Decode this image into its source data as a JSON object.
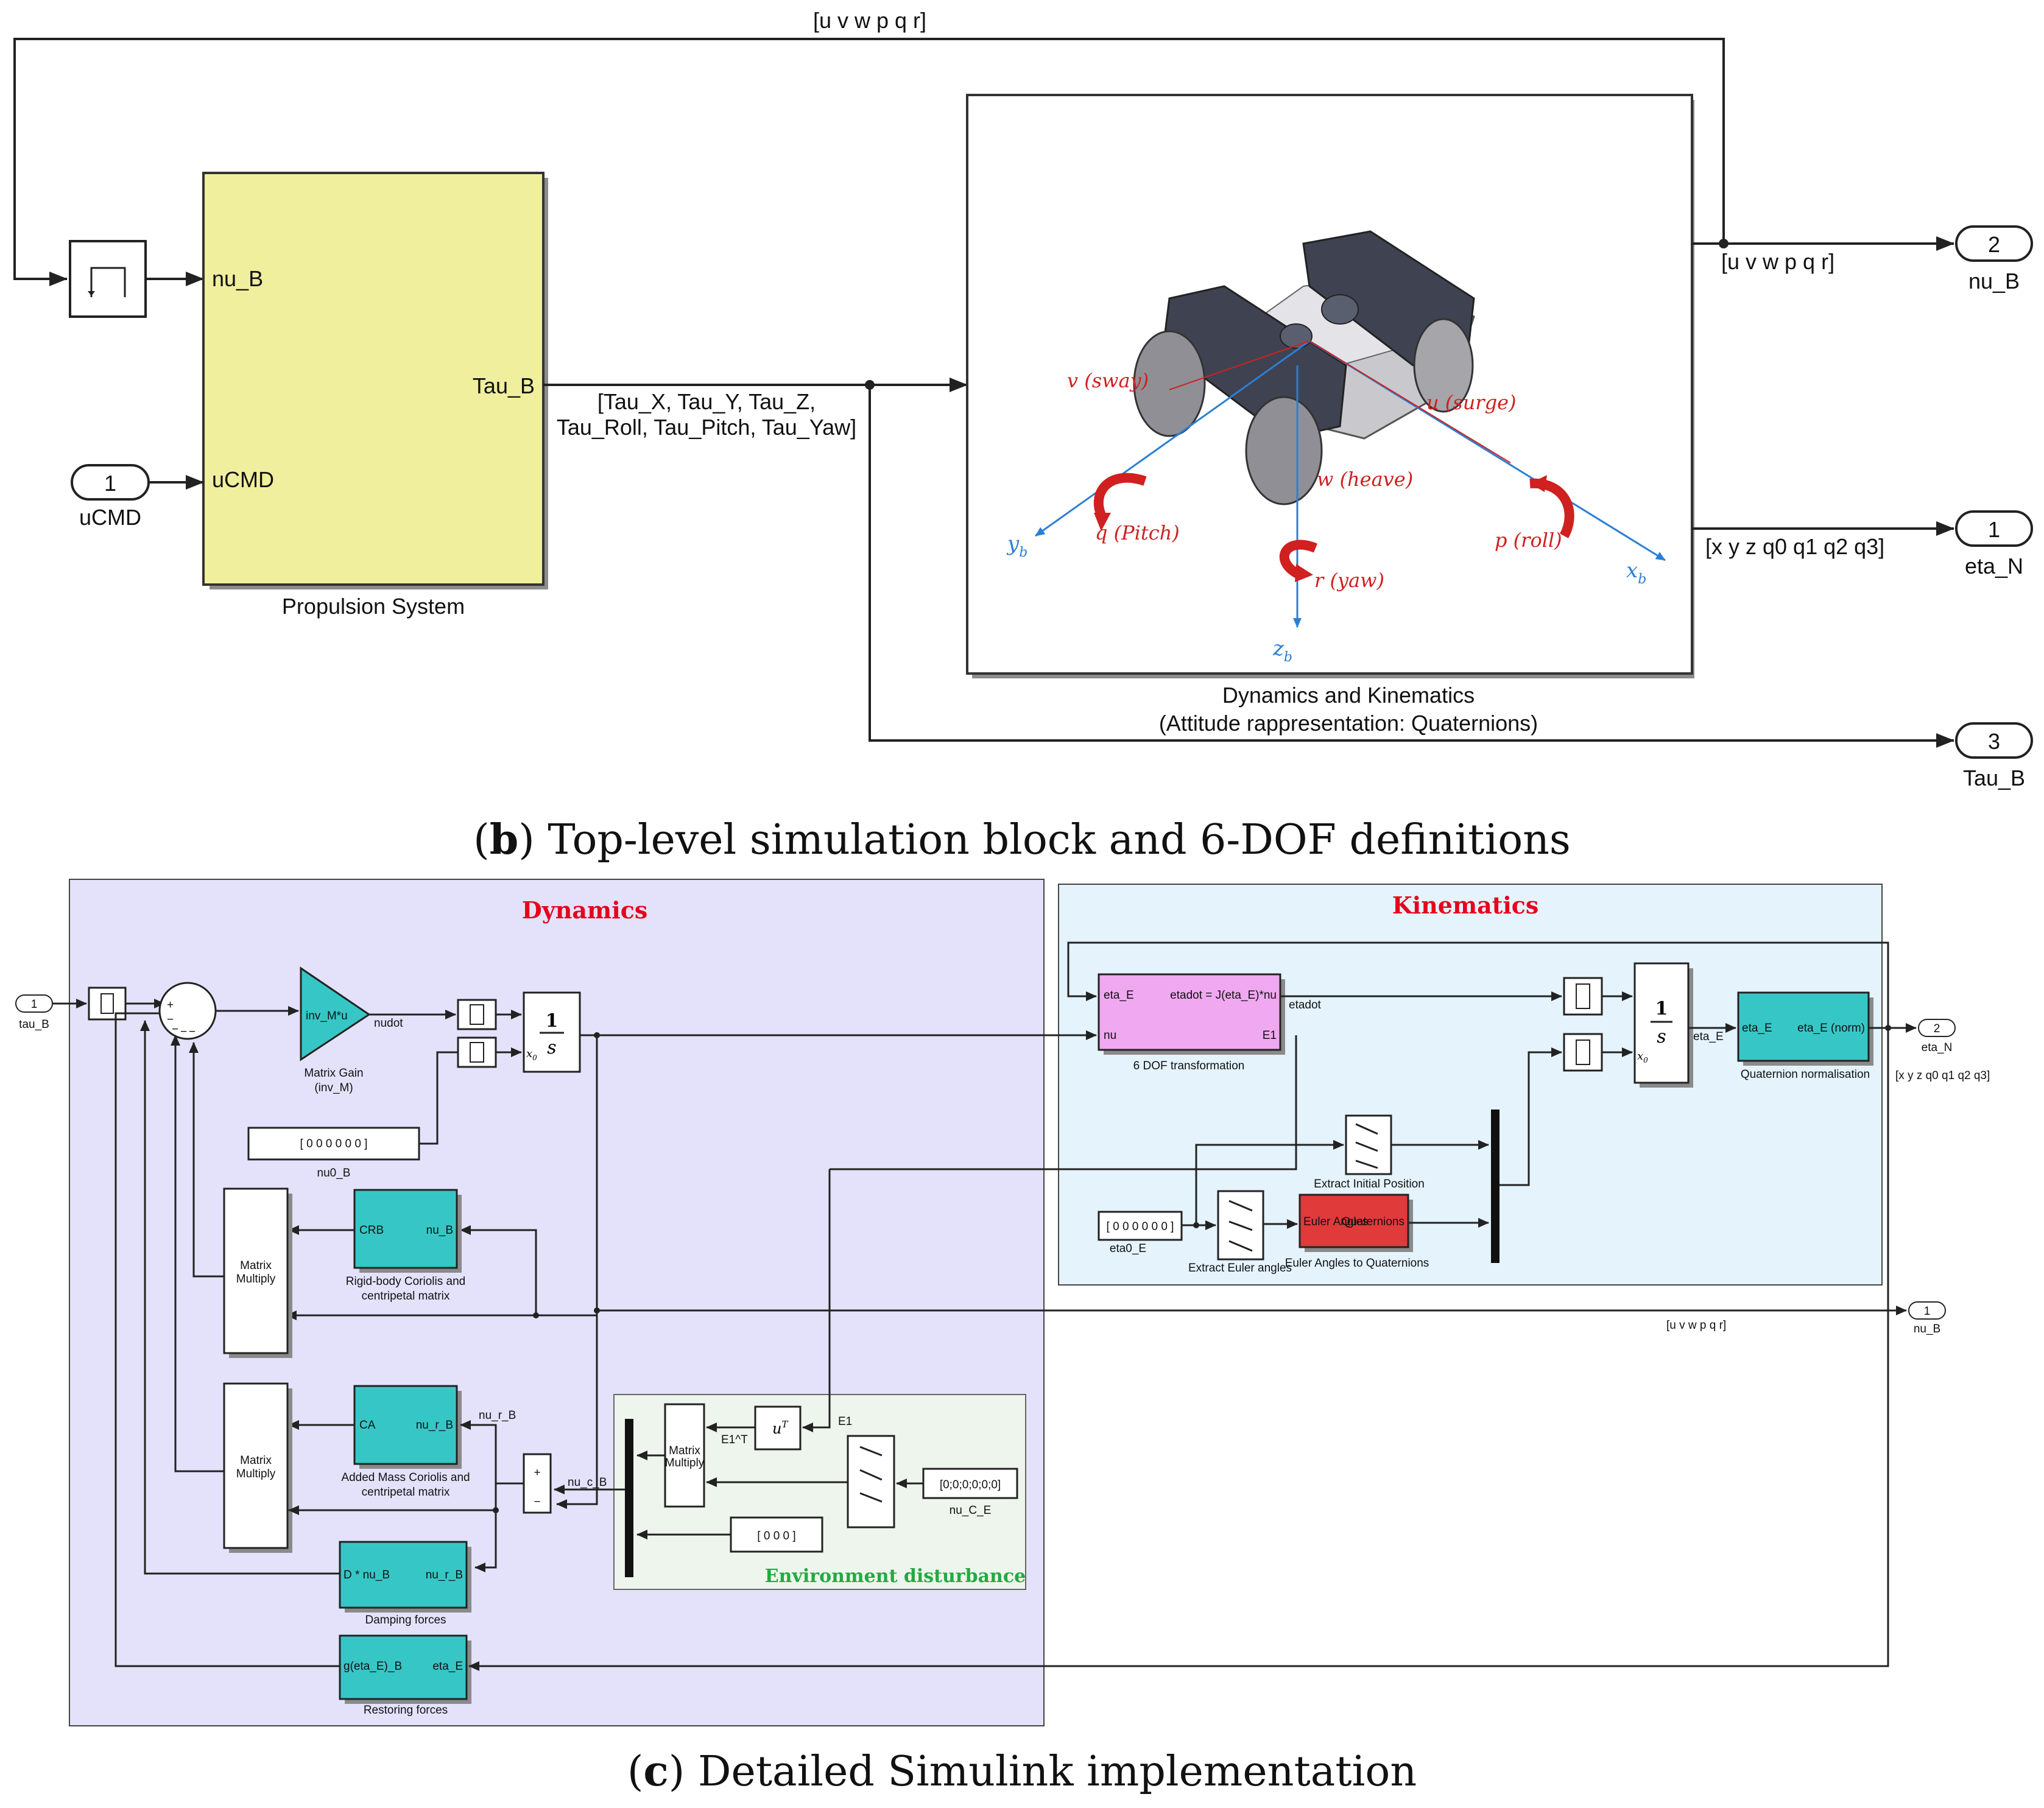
{
  "top": {
    "feedback_label": "[u    v    w    p    q    r]",
    "mux_out_label": "[u    v    w    p    q    r]",
    "propulsion_block": {
      "in1": "nu_B",
      "in2": "uCMD",
      "out": "Tau_B",
      "title": "Propulsion System"
    },
    "inport_ucmd": {
      "num": "1",
      "name": "uCMD"
    },
    "tau_signal_line1": "[Tau_X, Tau_Y, Tau_Z,",
    "tau_signal_line2": "Tau_Roll, Tau_Pitch, Tau_Yaw]",
    "dyn_block_title1": "Dynamics and Kinematics",
    "dyn_block_title2": "(Attitude rappresentation: Quaternions)",
    "axes": {
      "sway": "v (sway)",
      "surge": "u (surge)",
      "heave": "w (heave)",
      "pitch": "q (Pitch)",
      "roll": "p (roll)",
      "yaw": "r (yaw)",
      "yb": "y",
      "yb_sub": "b",
      "xb": "x",
      "xb_sub": "b",
      "zb": "z",
      "zb_sub": "b"
    },
    "outports": [
      {
        "num": "2",
        "name": "nu_B"
      },
      {
        "num": "1",
        "name": "eta_N"
      },
      {
        "num": "3",
        "name": "Tau_B"
      }
    ],
    "eta_label": "[x   y   z  q0  q1  q2  q3]"
  },
  "caption_b": {
    "letter": "b",
    "text": ") Top-level simulation block and 6-DOF definitions"
  },
  "bottom": {
    "dynamics_title": "Dynamics",
    "kinematics_title": "Kinematics",
    "env_title": "Environment disturbance",
    "inport_tau": {
      "num": "1",
      "name": "tau_B"
    },
    "sum_signs": {
      "plus": "+",
      "minus1": "−",
      "minus2": "−",
      "minus3": "−",
      "minus4": "−"
    },
    "gain": {
      "text": "inv_M*u",
      "out": "nudot",
      "caption1": "Matrix Gain",
      "caption2": "(inv_M)"
    },
    "integrator1": {
      "num": "1",
      "den": "s",
      "x0": "x",
      "x0_sub": "0"
    },
    "nu0": {
      "value": "0  0  0  0  0  0",
      "name": "nu0_B"
    },
    "crb": {
      "in": "CRB",
      "out": "nu_B",
      "caption1": "Rigid-body Coriolis and",
      "caption2": "centripetal matrix"
    },
    "ca": {
      "in": "CA",
      "out": "nu_r_B",
      "caption1": "Added Mass Coriolis and",
      "caption2": "centripetal matrix"
    },
    "mm1": {
      "line1": "Matrix",
      "line2": "Multiply"
    },
    "mm2": {
      "line1": "Matrix",
      "line2": "Multiply"
    },
    "nu_r_label": "nu_r_B",
    "nu_c_label": "nu_c_B",
    "sum2": {
      "plus": "+",
      "minus": "−"
    },
    "damping": {
      "in": "D * nu_B",
      "out": "nu_r_B",
      "caption": "Damping forces"
    },
    "restoring": {
      "in": "g(eta_E)_B",
      "out": "eta_E",
      "caption": "Restoring forces"
    },
    "env_mm": {
      "line1": "Matrix",
      "line2": "Multiply"
    },
    "transpose": {
      "label": "u",
      "sup": "T",
      "out_label": "E1^T",
      "in_label": "E1"
    },
    "nu_c_e": {
      "value": "[0;0;0;0;0;0]",
      "name": "nu_C_E"
    },
    "zero3": {
      "value": "0   0   0"
    },
    "six_dof": {
      "in1": "eta_E",
      "in2": "nu",
      "out1": "etadot = J(eta_E)*nu",
      "out2": "E1",
      "out_label": "etadot",
      "caption": "6 DOF transformation"
    },
    "integrator2": {
      "num": "1",
      "den": "s",
      "x0": "x",
      "x0_sub": "0",
      "out_label": "eta_E"
    },
    "quat_norm": {
      "in": "eta_E",
      "out": "eta_E (norm)",
      "caption": "Quaternion normalisation"
    },
    "extract_init": "Extract Initial Position",
    "extract_euler": "Extract Euler angles",
    "euler2quat": {
      "in": "Euler Angles",
      "out": "Quaternions",
      "caption": "Euler Angles to Quaternions"
    },
    "eta0": {
      "value": "0  0  0  0  0  0",
      "name": "eta0_E"
    },
    "out_eta": {
      "num": "2",
      "name": "eta_N",
      "label": "[x   y   z   q0   q1   q2   q3]"
    },
    "out_nu": {
      "num": "1",
      "name": "nu_B",
      "label": "[u     v     w     p     q     r]"
    }
  },
  "caption_c": {
    "letter": "c",
    "text": ") Detailed Simulink implementation"
  },
  "colors": {
    "propulsion_fill": "#efef9e",
    "dynamics_bg": "#e4e2fb",
    "kinematics_bg": "#e4f3fc",
    "env_bg": "#eef5ec",
    "teal": "#37c6c6",
    "magenta": "#f0a8f0",
    "red_block": "#e03a3a",
    "title_red": "#e8001c",
    "env_green": "#22aa44",
    "axis_red": "#d02020",
    "axis_blue": "#2a7fd4"
  }
}
